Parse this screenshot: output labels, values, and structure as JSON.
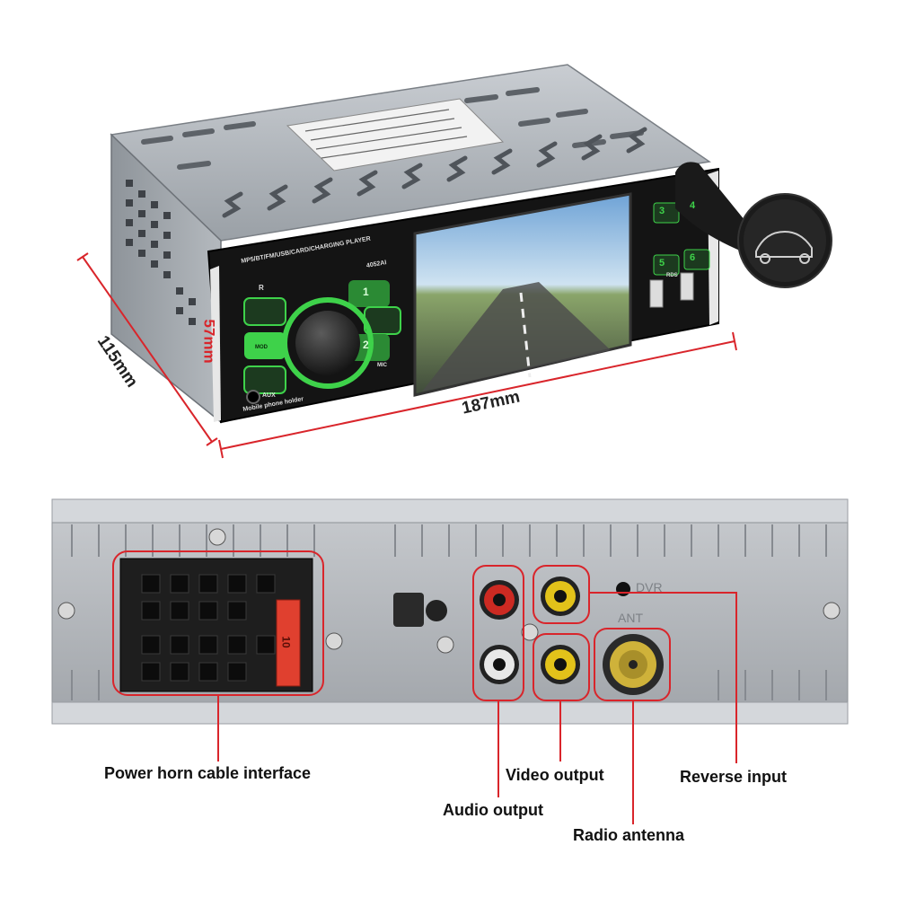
{
  "dimensions": {
    "width": "187mm",
    "height": "57mm",
    "depth": "115mm"
  },
  "front_panel": {
    "title": "MP5/BT/FM/USB/CARD/CHARGING PLAYER",
    "model": "4052AI",
    "holder_label": "Mobile phone holder",
    "aux_label": "AUX",
    "mic_label": "MIC",
    "mod_label": "MOD",
    "ir_label": "R",
    "rds_label": "RDS",
    "buttons": [
      "1",
      "2",
      "3",
      "4",
      "5",
      "6"
    ]
  },
  "rear_panel": {
    "dvr_label": "DVR",
    "ant_label": "ANT",
    "fuse_label": "10"
  },
  "callouts": {
    "power": "Power horn cable interface",
    "audio": "Audio output",
    "video": "Video output",
    "radio": "Radio antenna",
    "reverse": "Reverse input"
  },
  "colors": {
    "accent_red": "#d9252b",
    "button_green": "#3ed24a",
    "rca_red": "#cc2a22",
    "rca_yellow": "#e2c21a",
    "rca_white": "#e8e8e8"
  }
}
